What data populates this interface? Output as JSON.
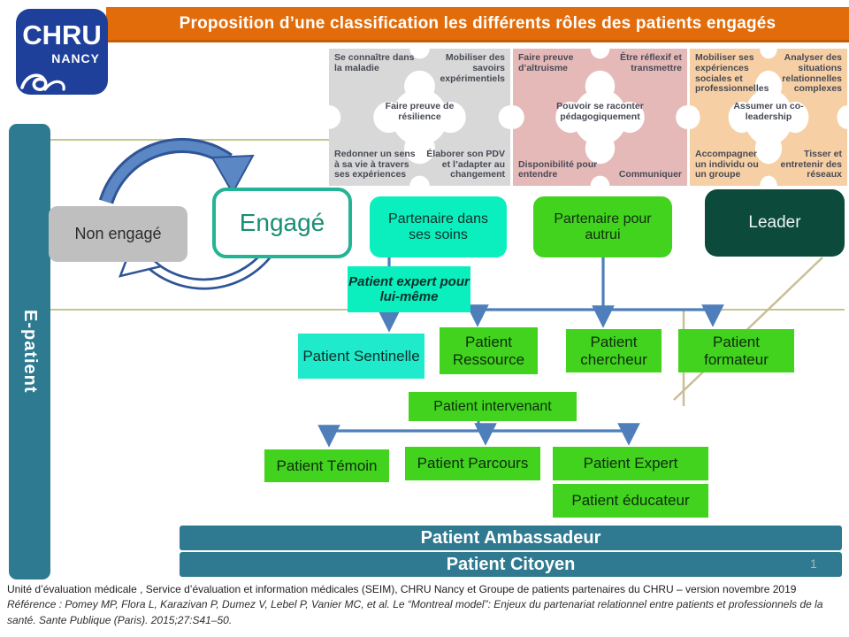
{
  "header": {
    "title": "Proposition d’une classification les différents rôles des patients engagés"
  },
  "logo": {
    "line1": "CHRU",
    "line2": "NANCY"
  },
  "sidebar": {
    "label": "E-patient"
  },
  "puzzles": [
    {
      "bg": "#D8D8D8",
      "tl": "Se connaître dans la maladie",
      "tr": "Mobiliser des savoirs expérimentiels",
      "center": "Faire preuve de résilience",
      "bl": "Redonner un sens à sa vie à travers ses expériences",
      "br": "Élaborer son PDV et l’adapter au changement"
    },
    {
      "bg": "#E6B9B9",
      "tl": "Faire preuve d’altruisme",
      "tr": "Être réflexif et transmettre",
      "center": "Pouvoir se raconter pédagogiquement",
      "bl": "Disponibilité pour entendre",
      "br": "Communiquer"
    },
    {
      "bg": "#F7CFA4",
      "tl": "Mobiliser ses expériences sociales et professionnelles",
      "tr": "Analyser des situations relationnelles complexes",
      "center": "Assumer un co-leadership",
      "bl": "Accompagner un individu ou un groupe",
      "br": "Tisser et entretenir des réseaux"
    }
  ],
  "boxes": {
    "non_engage": "Non engagé",
    "engage": "Engagé",
    "partenaire_soins": "Partenaire dans ses soins",
    "partenaire_autrui": "Partenaire pour autrui",
    "leader": "Leader",
    "patient_expert_self": "Patient expert pour lui-même",
    "sentinelle": "Patient Sentinelle",
    "ressource": "Patient Ressource",
    "chercheur": "Patient chercheur",
    "formateur": "Patient formateur",
    "intervenant": "Patient intervenant",
    "temoin": "Patient Témoin",
    "parcours": "Patient Parcours",
    "expert": "Patient Expert",
    "educateur": "Patient éducateur",
    "ambassadeur": "Patient Ambassadeur",
    "citoyen": "Patient Citoyen"
  },
  "footer": {
    "line1": "Unité d’évaluation médicale , Service d’évaluation et information médicales (SEIM), CHRU Nancy et Groupe de patients partenaires du CHRU – version novembre 2019",
    "ref1": "Référence : Pomey MP, Flora L, Karazivan P, Dumez V, Lebel P, Vanier MC, et al. Le “Montreal model”: Enjeux du partenariat relationnel entre patients et professionnels de la",
    "ref2": "santé. Sante Publique (Paris). 2015;27:S41–50."
  },
  "page_number": "1",
  "colors": {
    "header_orange": "#E26B0A",
    "logo_blue": "#1E409B",
    "sidebar_teal": "#2E7B91",
    "turquoise": "#0BEFBF",
    "cyan_box": "#1FEACB",
    "green": "#41D31D",
    "dark_green_leader": "#0C4A3C",
    "teal_bar": "#2F7A90",
    "gray_box": "#BFBFBF",
    "arrow_blue": "#4E7FBA",
    "arrow_dark_blue": "#2F5597",
    "guide_olive": "#C6C592",
    "engage_border": "#23B395"
  }
}
